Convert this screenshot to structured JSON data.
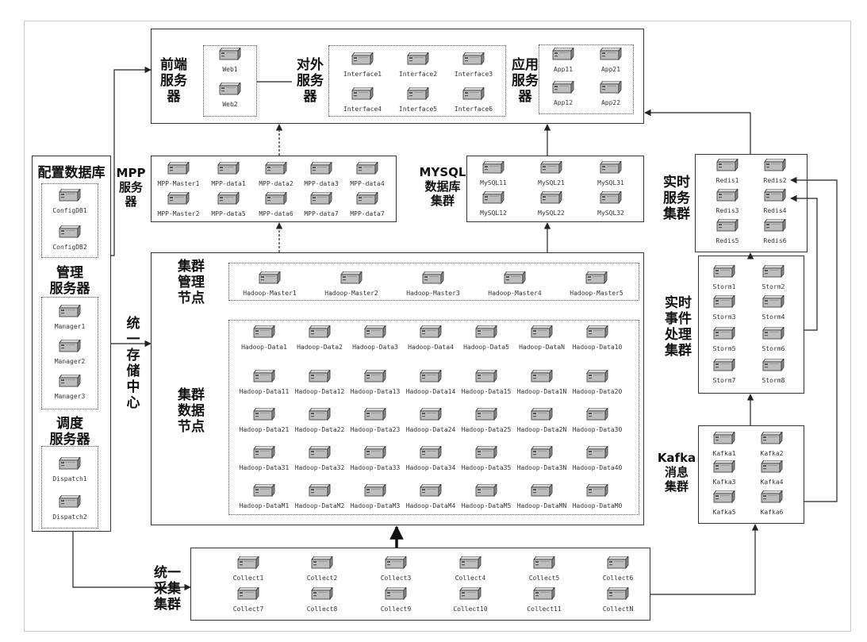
{
  "titles": {
    "frontend": "前端\n服务\n器",
    "external": "对外\n服务\n器",
    "app": "应用\n服务\n器",
    "config_db": "配置数据库",
    "manager": "管理\n服务器",
    "dispatch": "调度\n服务器",
    "mpp": "MPP\n服务\n器",
    "mysql": "MYSQL\n数据库\n集群",
    "redis": "实时\n服务\n集群",
    "storage": "统\n一\n存\n储\n中\n心",
    "cluster_mgmt": "集群\n管理\n节点",
    "cluster_data": "集群\n数据\n节点",
    "storm": "实时\n事件\n处理\n集群",
    "kafka": "Kafka\n消息\n集群",
    "collect": "统一\n采集\n集群"
  },
  "nodes": {
    "web": [
      "Web1",
      "Web2"
    ],
    "interface": [
      "Interface1",
      "Interface2",
      "Interface3",
      "Interface4",
      "Interface5",
      "Interface6"
    ],
    "app": [
      "App11",
      "App21",
      "App12",
      "App22"
    ],
    "config_db": [
      "ConfigDB1",
      "ConfigDB2"
    ],
    "manager": [
      "Manager1",
      "Manager2",
      "Manager3"
    ],
    "dispatch": [
      "Dispatch1",
      "Dispatch2"
    ],
    "mpp": [
      "MPP-Master1",
      "MPP-data1",
      "MPP-data2",
      "MPP-data3",
      "MPP-data4",
      "MPP-Master2",
      "MPP-data5",
      "MPP-data6",
      "MPP-data7",
      "MPP-data7"
    ],
    "mysql": [
      "MySQL11",
      "MySQL21",
      "MySQL31",
      "MySQL12",
      "MySQL22",
      "MySQL32"
    ],
    "redis": [
      "Redis1",
      "Redis2",
      "Redis3",
      "Redis4",
      "Redis5",
      "Redis6"
    ],
    "hadoop_master": [
      "Hadoop-Master1",
      "Hadoop-Master2",
      "Hadoop-Master3",
      "Hadoop-Master4",
      "Hadoop-Master5"
    ],
    "hadoop_data": [
      "Hadoop-Data1",
      "Hadoop-Data2",
      "Hadoop-Data3",
      "Hadoop-Data4",
      "Hadoop-Data5",
      "Hadoop-DataN",
      "Hadoop-Data10",
      "Hadoop-Data11",
      "Hadoop-Data12",
      "Hadoop-Data13",
      "Hadoop-Data14",
      "Hadoop-Data15",
      "Hadoop-Data1N",
      "Hadoop-Data20",
      "Hadoop-Data21",
      "Hadoop-Data22",
      "Hadoop-Data23",
      "Hadoop-Data24",
      "Hadoop-Data25",
      "Hadoop-Data2N",
      "Hadoop-Data30",
      "Hadoop-Data31",
      "Hadoop-Data32",
      "Hadoop-Data33",
      "Hadoop-Data34",
      "Hadoop-Data35",
      "Hadoop-Data3N",
      "Hadoop-Data40",
      "Hadoop-DataM1",
      "Hadoop-DataM2",
      "Hadoop-DataM3",
      "Hadoop-DataM4",
      "Hadoop-DataM5",
      "Hadoop-DataMN",
      "Hadoop-DataM0"
    ],
    "storm": [
      "Storm1",
      "Storm2",
      "Storm3",
      "Storm4",
      "Storm5",
      "Storm6",
      "Storm7",
      "Storm8"
    ],
    "kafka": [
      "Kafka1",
      "Kafka2",
      "Kafka3",
      "Kafka4",
      "Kafka5",
      "Kafka6"
    ],
    "collect": [
      "Collect1",
      "Collect2",
      "Collect3",
      "Collect4",
      "Collect5",
      "Collect6",
      "Collect7",
      "Collect8",
      "Collect9",
      "Collect10",
      "Collect11",
      "CollectN"
    ]
  },
  "icon": "server-icon"
}
